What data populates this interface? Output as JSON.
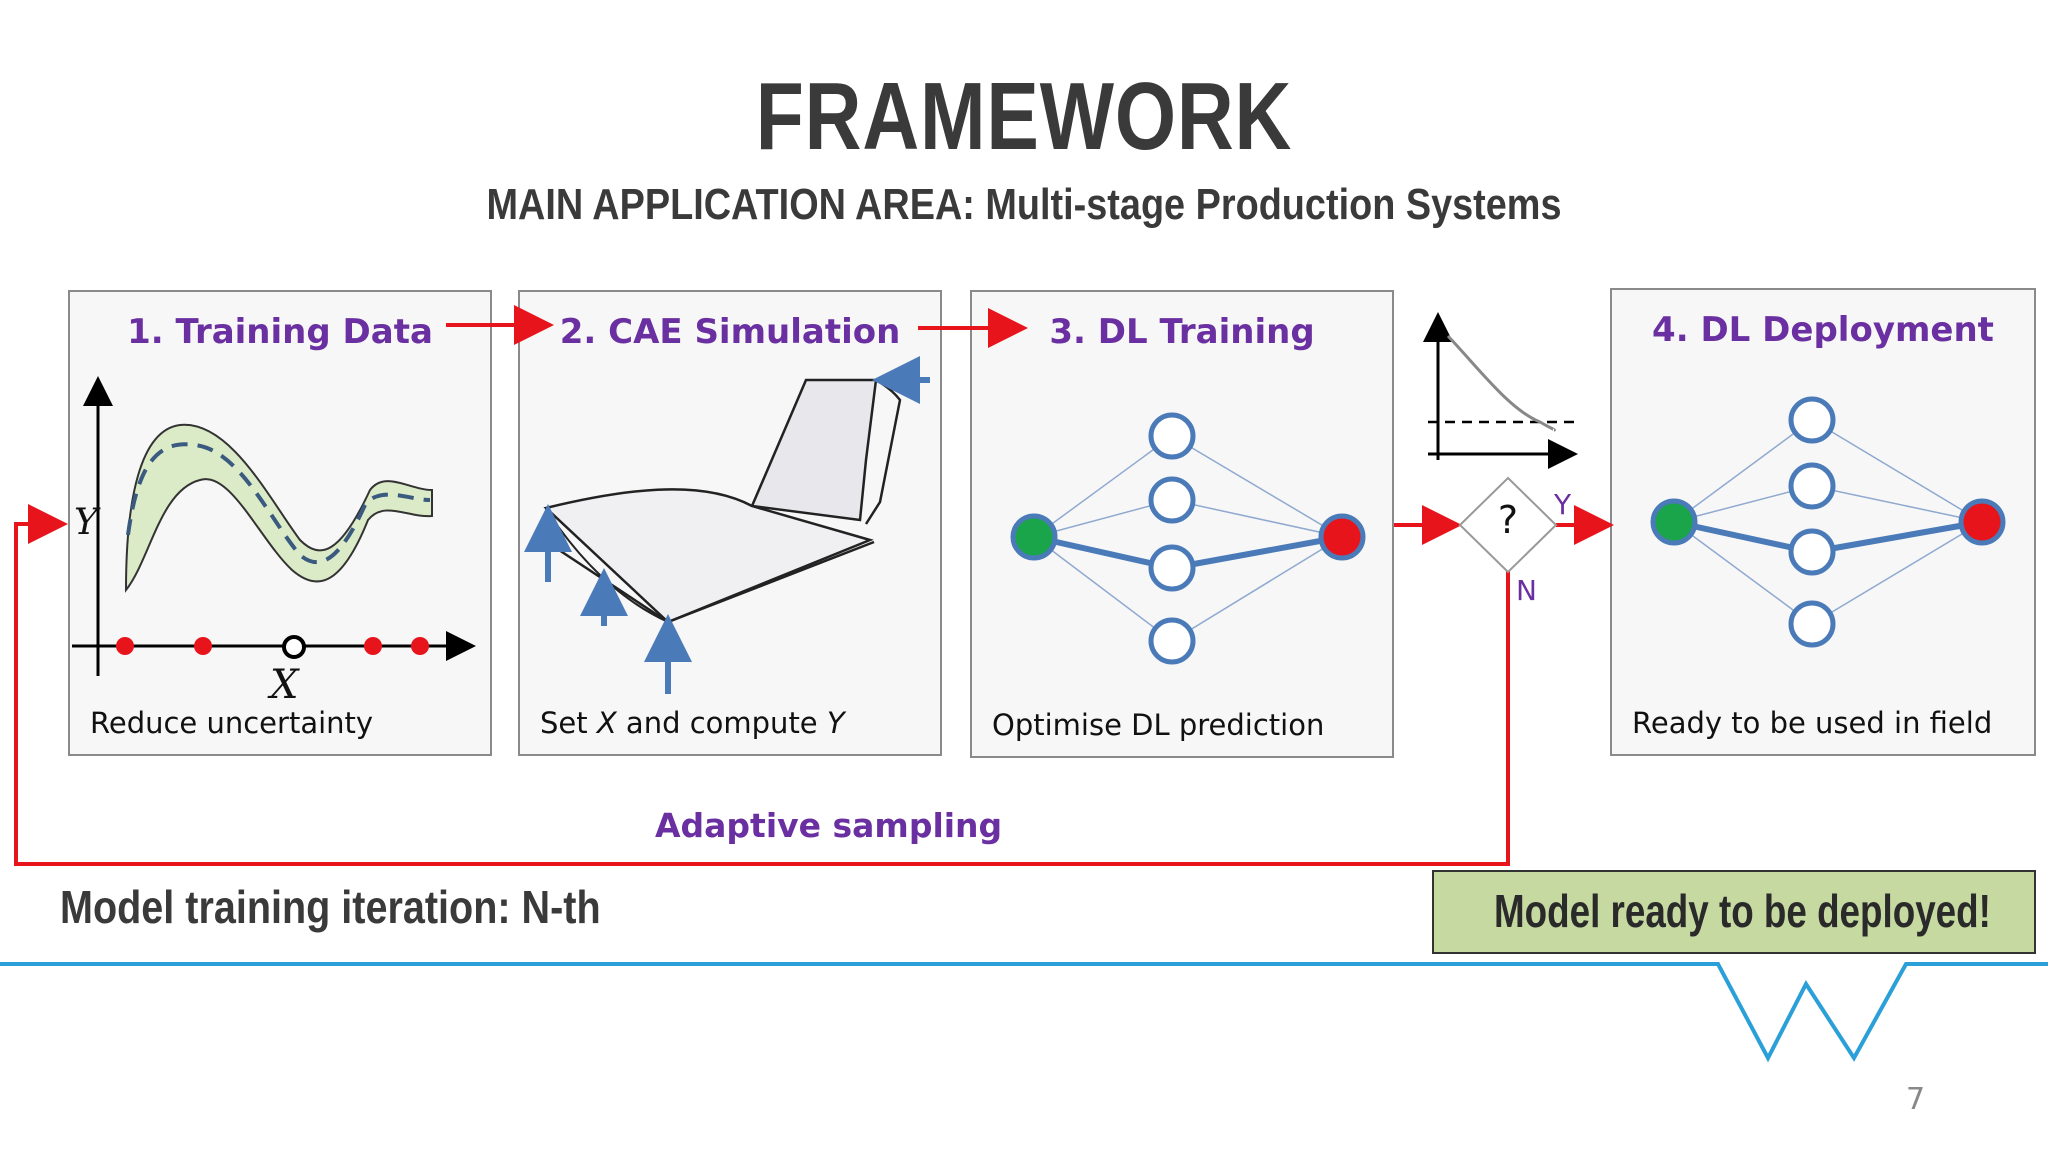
{
  "header": {
    "title": "FRAMEWORK",
    "subtitle": "MAIN APPLICATION AREA: Multi-stage Production Systems"
  },
  "stages": [
    {
      "title": "1. Training Data",
      "caption": "Reduce uncertainty"
    },
    {
      "title": "2. CAE Simulation",
      "caption_parts": [
        "Set ",
        "X",
        " and compute ",
        "Y"
      ]
    },
    {
      "title": "3. DL Training",
      "caption": "Optimise DL prediction"
    },
    {
      "title": "4. DL Deployment",
      "caption": "Ready to be used in field"
    }
  ],
  "training_plot": {
    "x_label": "X",
    "y_label": "Y"
  },
  "decision": {
    "symbol": "?",
    "yes_label": "Y",
    "no_label": "N"
  },
  "loop_label": "Adaptive sampling",
  "iteration_text": "Model training iteration: N-th",
  "ready_text": "Model ready to be deployed!",
  "page_number": "7",
  "colors": {
    "accent_purple": "#6a2fa0",
    "arrow_red": "#e8141c",
    "network_blue": "#4a7ab8",
    "node_green": "#1aa54a",
    "node_red": "#e8141c",
    "footer_line": "#2a9fd8",
    "ready_fill": "#c6d9a1"
  }
}
